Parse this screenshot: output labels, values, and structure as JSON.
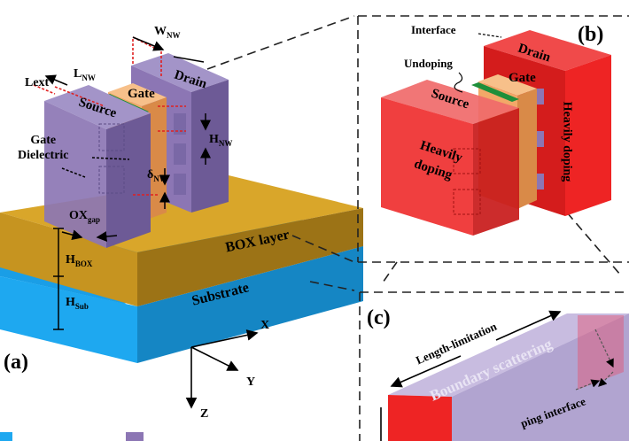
{
  "panels": {
    "a": "(a)",
    "b": "(b)",
    "c": "(c)"
  },
  "labels_a": {
    "lext": "Lext",
    "l": "L",
    "l_sub": "NW",
    "w": "W",
    "w_sub": "NW",
    "drain": "Drain",
    "gate": "Gate",
    "source": "Source",
    "gate_dielectric_1": "Gate",
    "gate_dielectric_2": "Dielectric",
    "h": "H",
    "h_sub": "NW",
    "delta": "δ",
    "delta_sub": "NW",
    "ox": "OX",
    "ox_sub": "gap",
    "hbox": "H",
    "hbox_sub": "BOX",
    "hsub": "H",
    "hsub_sub": "Sub",
    "box_layer": "BOX layer",
    "substrate": "Substrate",
    "axis_x": "X",
    "axis_y": "Y",
    "axis_z": "Z"
  },
  "labels_b": {
    "interface": "Interface",
    "undoping": "Undoping",
    "drain": "Drain",
    "gate": "Gate",
    "source": "Source",
    "heavily_1": "Heavily",
    "heavily_2": "doping",
    "heavily_doping_rot": "Heavily doping"
  },
  "labels_c": {
    "length_limitation": "Length-limitation",
    "boundary_scattering": "Boundary scattering",
    "interface": "ping interface"
  },
  "colors": {
    "purple": "#8c76b4",
    "purple_dark": "#6d5a96",
    "orange": "#f2a868",
    "gold": "#c69420",
    "gold_dark": "#9c7316",
    "blue": "#1ea8f0",
    "blue_dark": "#1586c4",
    "red": "#ee2424",
    "red_dark": "#b81515",
    "green": "#1e8f3a"
  }
}
